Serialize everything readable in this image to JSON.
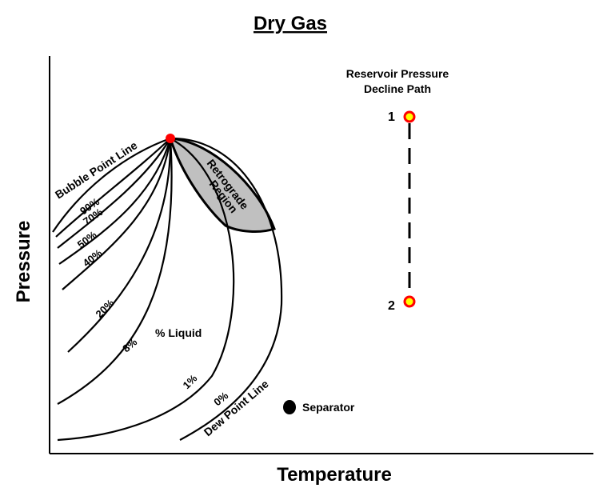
{
  "title": "Dry Gas",
  "axes": {
    "x_label": "Temperature",
    "y_label": "Pressure"
  },
  "lines": {
    "bubble_point": "Bubble Point Line",
    "dew_point": "Dew Point Line",
    "liquid": "% Liquid"
  },
  "quality_lines": [
    "90%",
    "70%",
    "50%",
    "40%",
    "20%",
    "8%",
    "1%",
    "0%"
  ],
  "retrograde": {
    "line1": "Retrograde",
    "line2": "Region"
  },
  "separator": "Separator",
  "path": {
    "title_line1": "Reservoir Pressure",
    "title_line2": "Decline Path",
    "point1": "1",
    "point2": "2"
  },
  "colors": {
    "critical_point": "#ff0000",
    "path_point_fill": "#ffff00",
    "path_point_stroke": "#ff0000",
    "retrograde_fill": "#c0c0c0"
  }
}
